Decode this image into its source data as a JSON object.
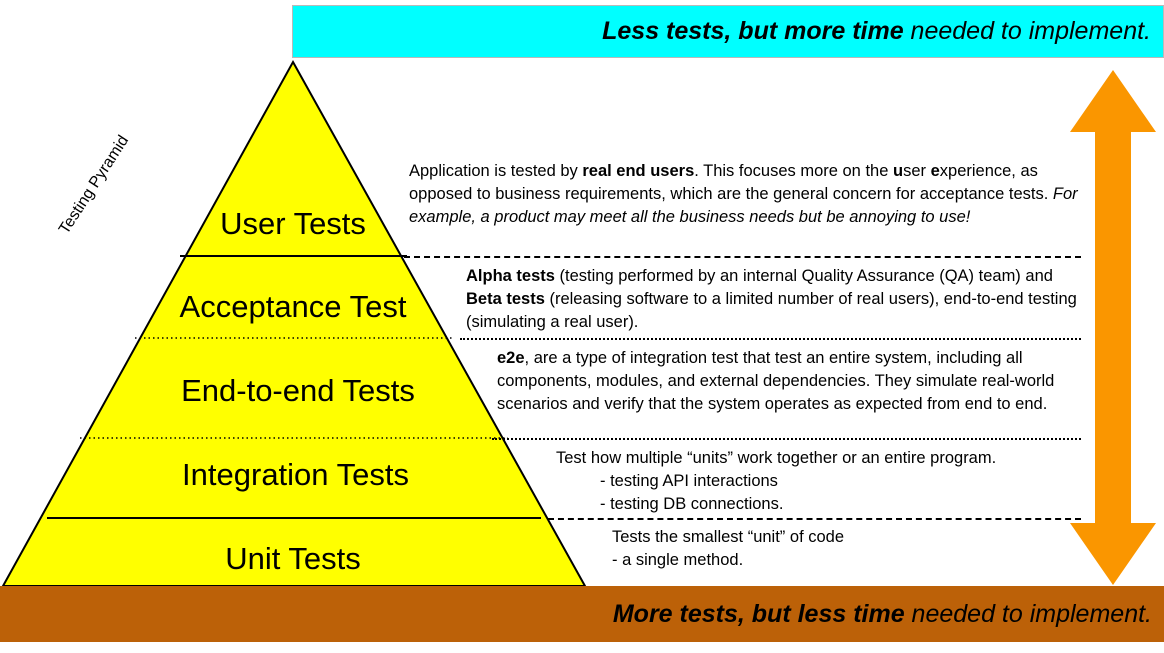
{
  "diagram": {
    "title": "Testing Pyramid",
    "side_label": "Testing Pyramid",
    "colors": {
      "pyramid_fill": "#FFFF00",
      "pyramid_stroke": "#000000",
      "top_banner_bg": "#00FFFF",
      "bottom_banner_bg": "#BC6108",
      "arrow": "#FA9600",
      "text": "#000000"
    }
  },
  "top_banner": {
    "strong_text": "Less tests, but more time",
    "rest_text": " needed to implement."
  },
  "bottom_banner": {
    "strong_text": "More tests, but less time",
    "rest_text": " needed to implement."
  },
  "arrow": {
    "name": "vertical-double-arrow",
    "direction": "up-down"
  },
  "tiers": [
    {
      "label": "User Tests"
    },
    {
      "label": "Acceptance Test"
    },
    {
      "label": "End-to-end Tests"
    },
    {
      "label": "Integration Tests"
    },
    {
      "label": "Unit Tests"
    }
  ],
  "descriptions": {
    "user": {
      "p1_a": "Application is tested by ",
      "p1_b": "real end users",
      "p1_c": ". This focuses more on the ",
      "p1_d": "u",
      "p1_e": "ser ",
      "p1_f": "e",
      "p1_g": "xperience, as opposed to business requirements, which are the general concern for acceptance tests. ",
      "p1_italic": "For example, a product may meet all the business needs but be annoying to use!"
    },
    "acceptance": {
      "b1": "Alpha tests",
      "t1": " (testing performed by an internal Quality Assurance (QA) team) and ",
      "b2": "Beta tests",
      "t2": " (releasing software to a limited number of real users), end-to-end testing (simulating a real user)."
    },
    "e2e": {
      "b1": "e2e",
      "t1": ", are a type of integration test that test an entire system, including all components, modules, and external dependencies. They simulate real-world scenarios and verify that the system operates as expected from end to end."
    },
    "integration": {
      "line1": "Test how multiple “units” work together or an entire program.",
      "line2": "- testing API interactions",
      "line3": "- testing DB connections."
    },
    "unit": {
      "line1": "Tests the smallest “unit” of code",
      "line2": "- a single method."
    }
  }
}
